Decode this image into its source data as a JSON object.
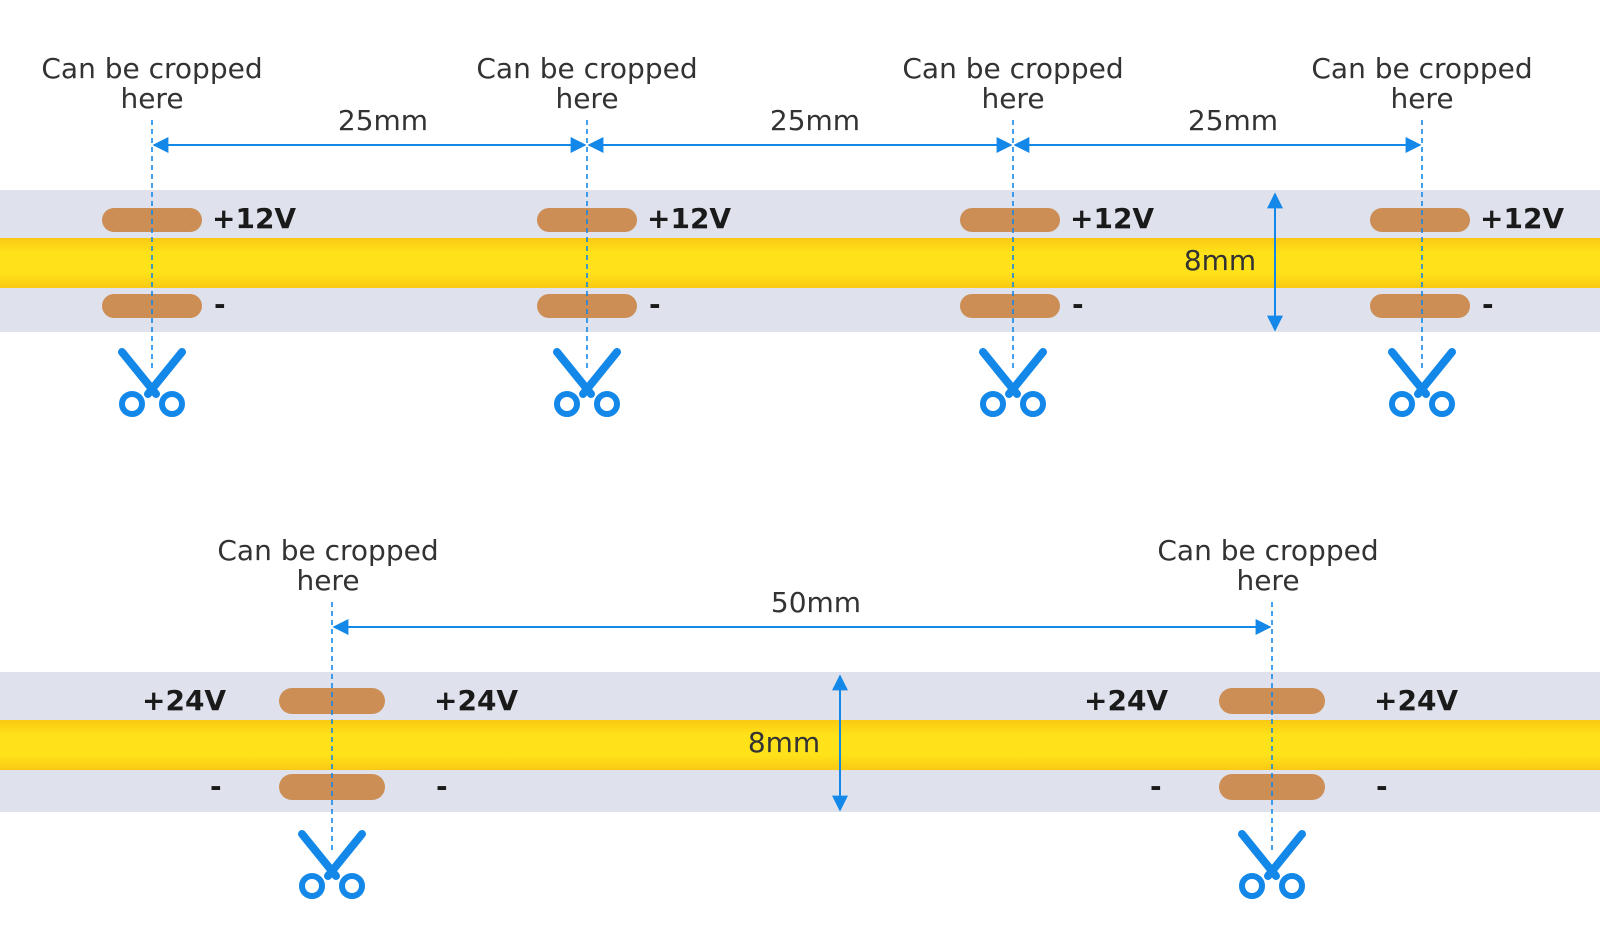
{
  "colors": {
    "strip_bg": "#dfe2ec",
    "led_core": "#ffe21a",
    "led_edge": "#fac913",
    "pad": "#cc8e55",
    "accent": "#1388e8",
    "text": "#333333"
  },
  "icon_names": [
    "scissors-icon"
  ],
  "cut_label": {
    "line1": "Can be cropped",
    "line2": "here"
  },
  "diagram_12v": {
    "spacing_labels": [
      "25mm",
      "25mm",
      "25mm"
    ],
    "width_label": "8mm",
    "positive_label": "+12V",
    "negative_label": "-"
  },
  "diagram_24v": {
    "spacing_label": "50mm",
    "width_label": "8mm",
    "positive_label": "+24V",
    "negative_label": "-"
  }
}
